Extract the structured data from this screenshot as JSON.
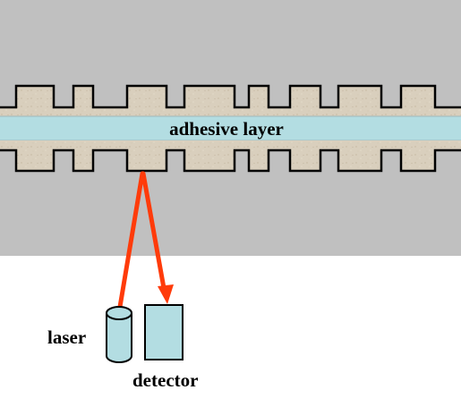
{
  "diagram": {
    "labels": {
      "adhesive_layer": "adhesive layer",
      "laser": "laser",
      "detector": "detector"
    },
    "colors": {
      "background_gray": "#c0c0c0",
      "substrate": "#d9cfbd",
      "adhesive": "#b3dde2",
      "laser_body": "#b3dde2",
      "detector_body": "#b3dde2",
      "beam": "#ff3b0a",
      "outline": "#000000"
    }
  }
}
